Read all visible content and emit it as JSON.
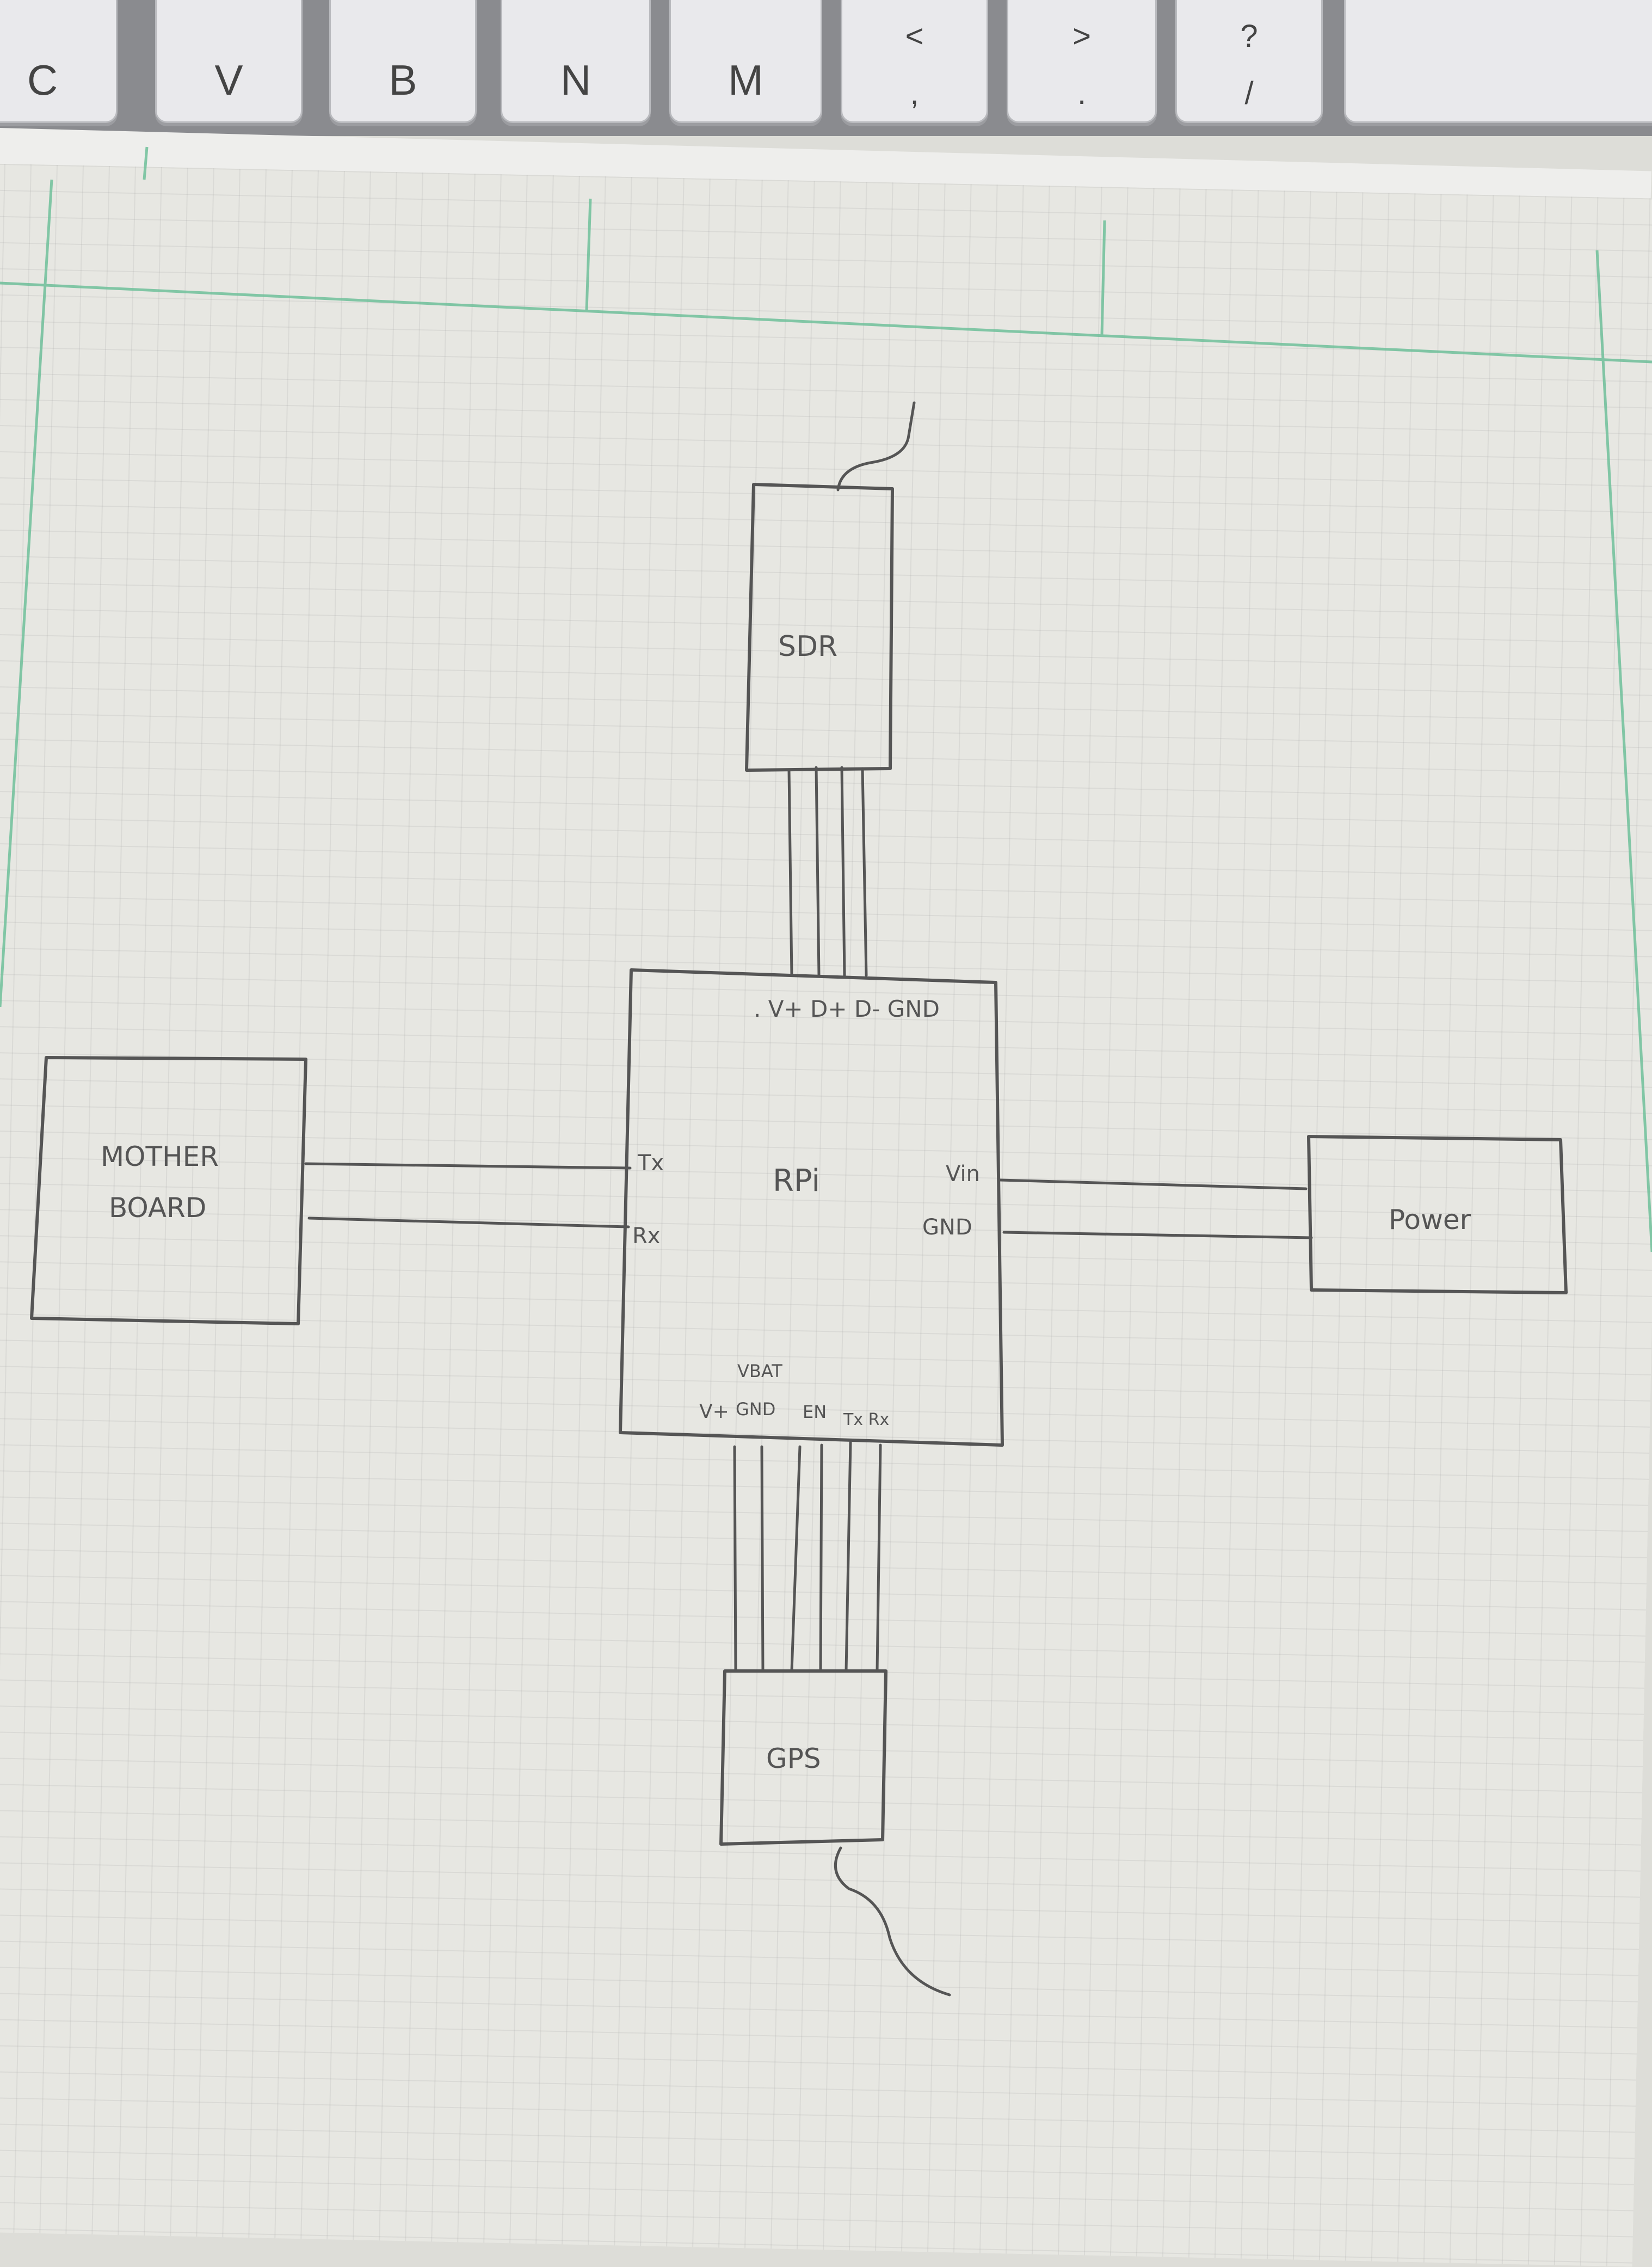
{
  "keyboard": {
    "keys": [
      {
        "id": "c",
        "main": "C"
      },
      {
        "id": "v",
        "main": "V"
      },
      {
        "id": "b",
        "main": "B"
      },
      {
        "id": "n",
        "main": "N"
      },
      {
        "id": "m",
        "main": "M"
      },
      {
        "id": "comma",
        "upper": "<",
        "lower": ","
      },
      {
        "id": "period",
        "upper": ">",
        "lower": "."
      },
      {
        "id": "slash",
        "upper": "?",
        "lower": "/"
      }
    ]
  },
  "diagram": {
    "blocks": {
      "sdr": "SDR",
      "rpi": "RPi",
      "motherboard_line1": "MOTHER",
      "motherboard_line2": "BOARD",
      "power": "Power",
      "gps": "GPS"
    },
    "pins": {
      "rpi_top": ". V+ D+ D- GND",
      "rpi_left_tx": "Tx",
      "rpi_left_rx": "Rx",
      "rpi_right_vin": "Vin",
      "rpi_right_gnd": "GND",
      "rpi_bottom_vbat": "VBAT",
      "rpi_bottom_vplus": "V+",
      "rpi_bottom_gnd": "GND",
      "rpi_bottom_en": "EN",
      "rpi_bottom_txrx": "Tx Rx"
    }
  },
  "colors": {
    "pencil": "#555555",
    "grid_major": "#6fbf9a",
    "paper": "#e7e7e2",
    "keyboard": "#8a8b8f"
  }
}
